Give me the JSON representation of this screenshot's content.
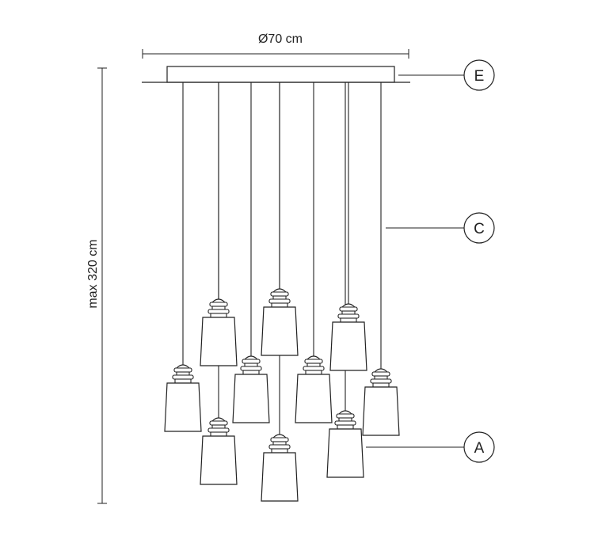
{
  "dimensions": {
    "diameter_label": "Ø70 cm",
    "height_label": "max 320 cm"
  },
  "callouts": [
    {
      "id": "E",
      "label": "E"
    },
    {
      "id": "C",
      "label": "C"
    },
    {
      "id": "A",
      "label": "A"
    }
  ],
  "pendant_count": 10
}
